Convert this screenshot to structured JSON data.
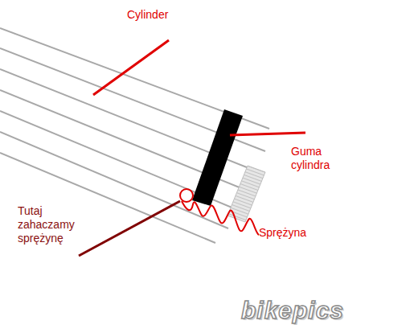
{
  "diagram": {
    "labels": [
      "Cylinder",
      "Guma cylindra",
      "Tutaj zahaczamy sprężynę",
      "Sprężyna",
      "bikepics"
    ]
  }
}
